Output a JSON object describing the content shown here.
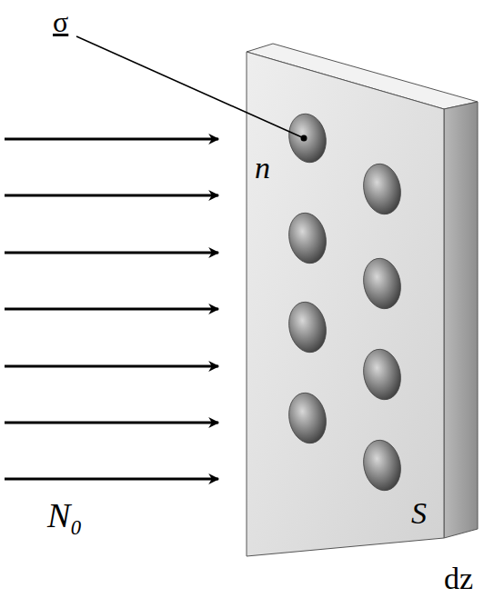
{
  "diagram": {
    "labels": [
      "σ",
      "n",
      "S",
      "dz",
      "N₀"
    ]
  }
}
